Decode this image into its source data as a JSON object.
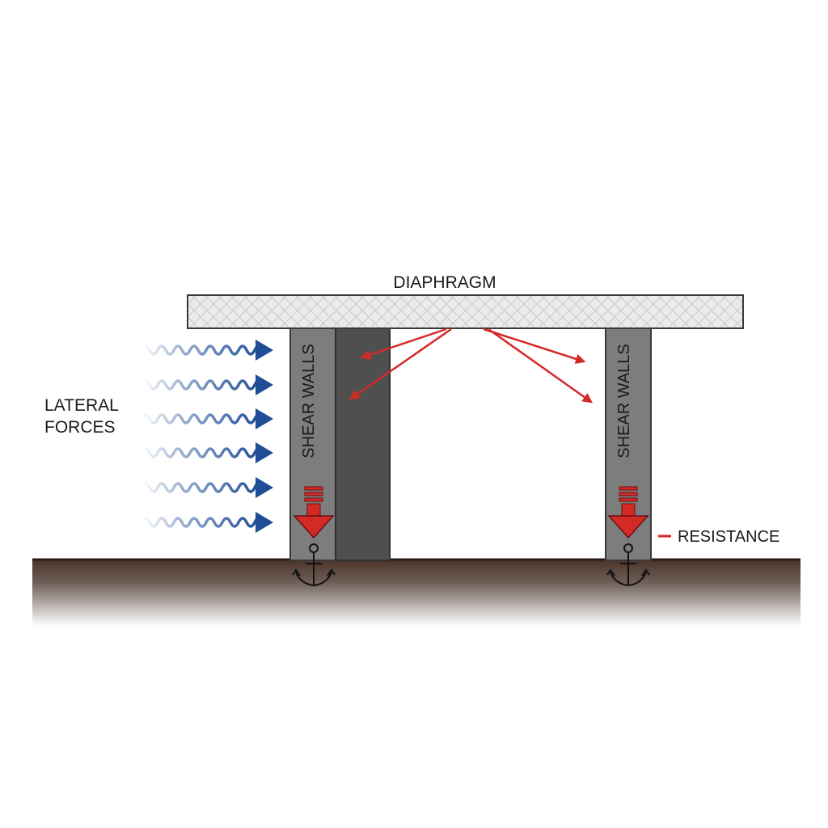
{
  "labels": {
    "diaphragm": "DIAPHRAGM",
    "lateral_line1": "LATERAL",
    "lateral_line2": "FORCES",
    "shear_walls_left": "SHEAR WALLS",
    "shear_walls_right": "SHEAR WALLS",
    "resistance": "RESISTANCE"
  },
  "icons": {
    "force_arrow": "wavy-arrow-icon",
    "load_arrow": "down-arrow-icon",
    "anchor": "anchor-icon"
  },
  "colors": {
    "lateral_force": "#1f4e96",
    "resistance": "#d42a26",
    "wall": "#7d7d7d",
    "wall_dark": "#4f4f4f",
    "ground": "#4a3328",
    "slab": "#ebebeb"
  }
}
